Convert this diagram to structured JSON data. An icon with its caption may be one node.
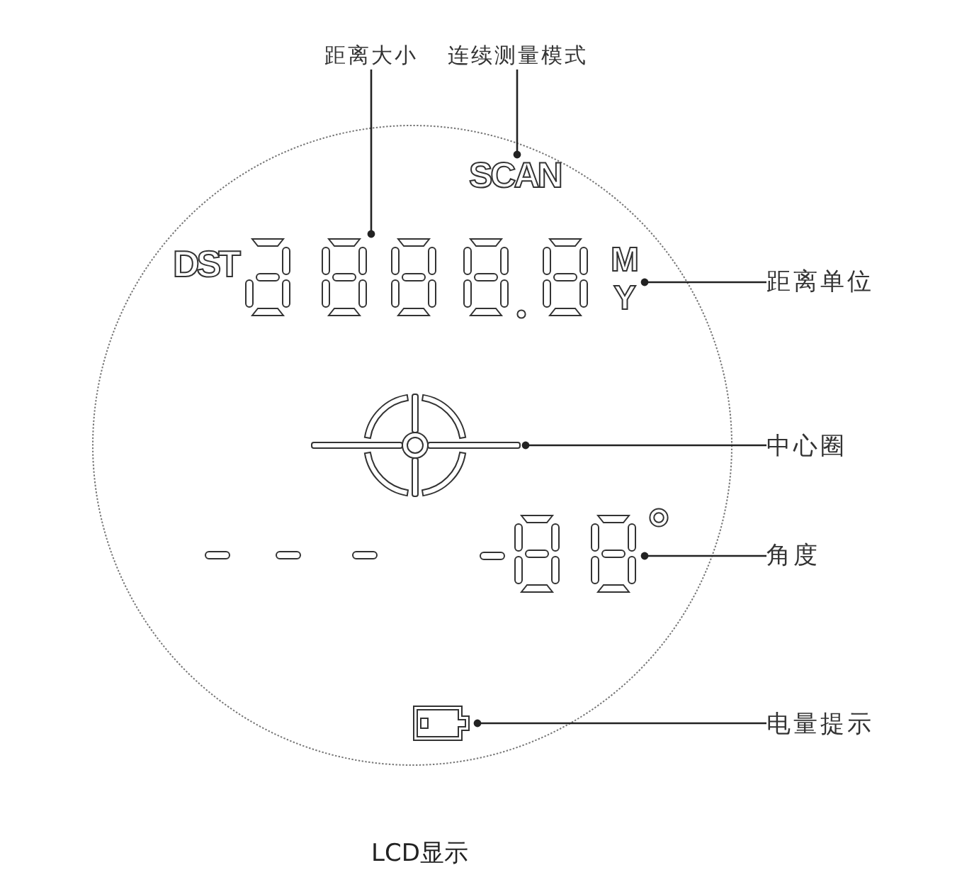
{
  "diagram": {
    "caption": "LCD显示",
    "nodes": [
      {
        "text": [
          "距离大小"
        ]
      },
      {
        "text": [
          "连续测量模式"
        ]
      },
      {
        "text": [],
        "shape": "circle"
      },
      {
        "text": [
          "SCAN"
        ],
        "in": 2
      },
      {
        "text": [],
        "shape": "picture",
        "in": 2,
        "beside": [
          "DST"
        ]
      },
      {
        "text": [
          "M",
          "Y"
        ],
        "in": 2
      },
      {
        "text": [],
        "shape": "picture",
        "in": 2
      },
      {
        "text": [],
        "shape": "picture",
        "in": 2
      },
      {
        "text": [],
        "shape": "picture",
        "in": 2
      },
      {
        "text": [
          "距离单位"
        ]
      },
      {
        "text": [
          "中心圈"
        ]
      },
      {
        "text": [
          "角度"
        ]
      },
      {
        "text": [
          "电量提示"
        ]
      }
    ],
    "edges": [
      {
        "from": 0,
        "to": 4,
        "arrow": "other"
      },
      {
        "from": 1,
        "to": 3,
        "arrow": "other"
      },
      {
        "from": 9,
        "to": 5,
        "arrow": "other"
      },
      {
        "from": 10,
        "to": 6,
        "arrow": "other"
      },
      {
        "from": 11,
        "to": 7,
        "arrow": "other"
      },
      {
        "from": 12,
        "to": 8,
        "arrow": "other"
      }
    ]
  }
}
